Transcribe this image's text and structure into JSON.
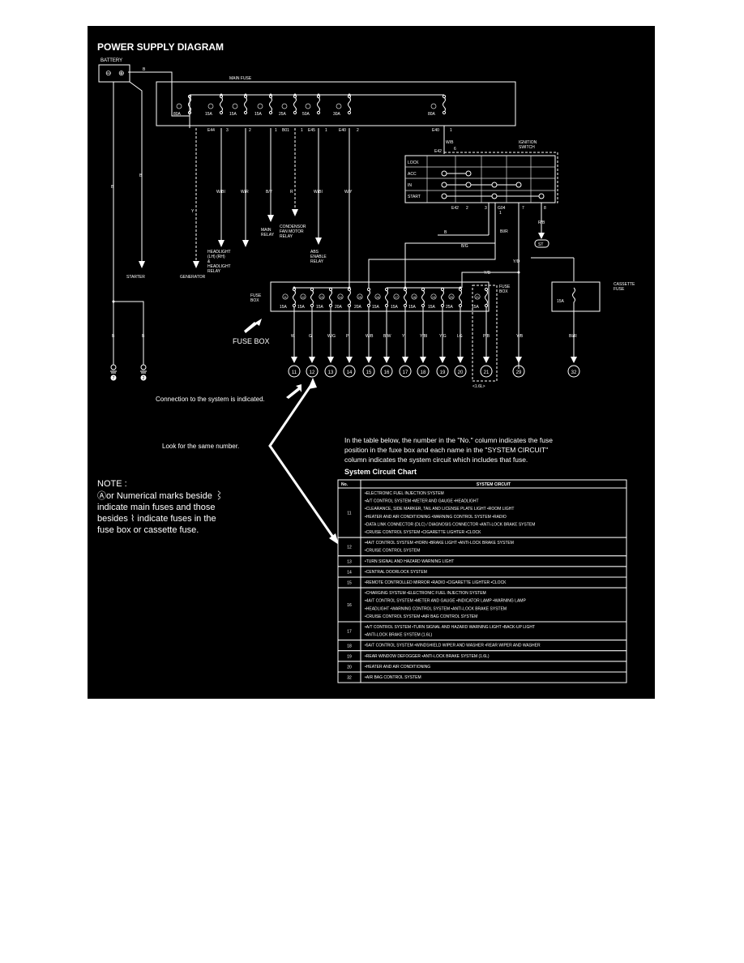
{
  "title": "POWER SUPPLY DIAGRAM",
  "colors": {
    "background": "#000000",
    "foreground": "#ffffff",
    "page": "#ffffff"
  },
  "battery": {
    "label": "BATTERY",
    "minus": "⊖",
    "plus": "⊕",
    "wire": "B"
  },
  "main_fuse": {
    "label": "MAIN FUSE",
    "fuses": [
      "80A",
      "15A",
      "15A",
      "15A",
      "25A",
      "50A",
      "30A",
      "80A"
    ],
    "connectors": [
      "E44",
      "3",
      "2",
      "1",
      "B01",
      "1",
      "E45",
      "1",
      "E40",
      "2",
      "E40",
      "1"
    ]
  },
  "loads": [
    {
      "wire": "Y",
      "label": [
        "GENERATOR"
      ]
    },
    {
      "wire": "W/BI",
      "label": [
        "HEADLIGHT",
        "(LH) (RH)",
        "&",
        "HEADLIGHT",
        "RELAY"
      ]
    },
    {
      "wire": "W/R",
      "label": []
    },
    {
      "wire": "B/Y",
      "label": [
        "MAIN",
        "RELAY"
      ]
    },
    {
      "wire": "R",
      "label": [
        "CONDENSOR",
        "FAN MOTOR",
        "RELAY"
      ]
    },
    {
      "wire": "W/BI",
      "label": [
        "ABS",
        "ENABLE",
        "RELAY"
      ]
    },
    {
      "wire": "W/Y",
      "label": []
    }
  ],
  "starter": {
    "wire": "B",
    "label": "STARTER"
  },
  "grounds": [
    {
      "wire": "B",
      "id": "7"
    },
    {
      "wire": "B",
      "id": "2"
    }
  ],
  "ignition_switch": {
    "label": [
      "IGNITION",
      "SWITCH"
    ],
    "input_wire": "W/B",
    "input_connector": "E42",
    "input_pin": "6",
    "positions": [
      "LOCK",
      "ACC",
      "IN",
      "START"
    ],
    "bottom_connectors": [
      "E42",
      "2",
      "3",
      "G04",
      "1",
      "7",
      "8"
    ],
    "wires": [
      "B",
      "BI/R",
      "B/G",
      "Y/D",
      "Y/B",
      "R/B"
    ],
    "start_terminal": "ST"
  },
  "fuse_box": {
    "label": [
      "FUSE",
      "BOX"
    ],
    "callout": "FUSE BOX",
    "fuses": [
      {
        "no": "11",
        "amp": "15A",
        "wire": "W"
      },
      {
        "no": "12",
        "amp": "15A",
        "wire": "G"
      },
      {
        "no": "13",
        "amp": "15A",
        "wire": "W/G"
      },
      {
        "no": "14",
        "amp": "20A",
        "wire": "P"
      },
      {
        "no": "15",
        "amp": "20A",
        "wire": "W/B"
      },
      {
        "no": "16",
        "amp": "15A",
        "wire": "B/W"
      },
      {
        "no": "17",
        "amp": "15A",
        "wire": "Y"
      },
      {
        "no": "18",
        "amp": "15A",
        "wire": "Y/BI"
      },
      {
        "no": "19",
        "amp": "15A",
        "wire": "Y/G"
      },
      {
        "no": "20",
        "amp": "25A",
        "wire": "LG"
      },
      {
        "no": "21",
        "amp": "15A",
        "wire": "P/B"
      }
    ],
    "variant_note": "<1.6L>"
  },
  "extra_outputs": [
    {
      "no": "29",
      "wire": "Y/B"
    }
  ],
  "cassette_fuse": {
    "label": [
      "CASSETTE",
      "FUSE"
    ],
    "no": "32",
    "amp": "15A",
    "wire": "BI/R"
  },
  "annotations": {
    "connection": "Connection to the system is indicated.",
    "look": "Look for the same number.",
    "note_title": "NOTE :",
    "note_lines": [
      "Ⓐor Numerical marks beside ⌇",
      "indicate main fuses and those",
      "besides ⌇ indicate fuses in the",
      "fuse box or cassette fuse."
    ],
    "intro_lines": [
      "In the table below, the number in the \"No.\" column indicates the fuse",
      "position in the fuxe box and each name in the \"SYSTEM CIRCUIT\"",
      "column indicates the system circuit which includes that fuse."
    ]
  },
  "chart": {
    "title": "System Circuit Chart",
    "headers": [
      "No.",
      "SYSTEM CIRCUIT"
    ],
    "rows": [
      {
        "no": "11",
        "lines": [
          "•ELECTRONIC FUEL INJECTION SYSTEM",
          "•A/T CONTROL SYSTEM •METER AND GAUGE •HEADLIGHT",
          "•CLEARANCE, SIDE MARKER, TAIL AND LICENSE PLATE LIGHT •ROOM LIGHT",
          "•HEATER AND AIR CONDITIONING •WARNING CONTROL SYSTEM •RADIO",
          "•DATA LINK CONNECTOR (DLC) / DIAGNOSIS CONNECTOR •ANTI-LOCK BRAKE SYSTEM",
          "•CRUISE CONTROL SYSTEM •CIGARETTE LIGHTER •CLOCK"
        ]
      },
      {
        "no": "12",
        "lines": [
          "•4A/T CONTROL SYSTEM •HORN •BRAKE LIGHT •ANTI-LOCK BRAKE SYSTEM",
          "•CRUISE CONTROL SYSTEM"
        ]
      },
      {
        "no": "13",
        "lines": [
          "•TURN SIGNAL AND HAZARD WARNING LIGHT"
        ]
      },
      {
        "no": "14",
        "lines": [
          "•CENTRAL DOORLOCK SYSTEM"
        ]
      },
      {
        "no": "15",
        "lines": [
          "•REMOTE CONTROLLED MIRROR •RADIO •CIGARETTE LIGHTER •CLOCK"
        ]
      },
      {
        "no": "16",
        "lines": [
          "•CHARGING SYSTEM •ELECTRONIC FUEL INJECTION SYSTEM",
          "•4A/T CONTROL SYSTEM •METER AND GAUGE •INDICATOR LAMP •WARNING LAMP",
          "•HEADLIGHT •WARNING CONTROL SYSTEM •ANTI-LOCK BRAKE SYSTEM",
          "•CRUISE CONTROL SYSTEM •AIR BAG CONTROL SYSTEM"
        ]
      },
      {
        "no": "17",
        "lines": [
          "•A/T CONTROL SYSTEM •TURN SIGNAL AND HAZARD WARNING LIGHT •BACK-UP LIGHT",
          "•ANTI-LOCK BRAKE SYSTEM (1.6L)"
        ]
      },
      {
        "no": "18",
        "lines": [
          "•5A/T CONTROL SYSTEM •WINDSHIELD WIPER AND WASHER •REAR WIPER AND WASHER"
        ]
      },
      {
        "no": "19",
        "lines": [
          "•REAR WINDOW DEFOGGER •ANTI-LOCK BRAKE SYSTEM (1.6L)"
        ]
      },
      {
        "no": "20",
        "lines": [
          "•HEATER AND AIR CONDITIONING"
        ]
      },
      {
        "no": "32",
        "lines": [
          "•AIR BAG CONTROL SYSTEM"
        ]
      }
    ]
  }
}
